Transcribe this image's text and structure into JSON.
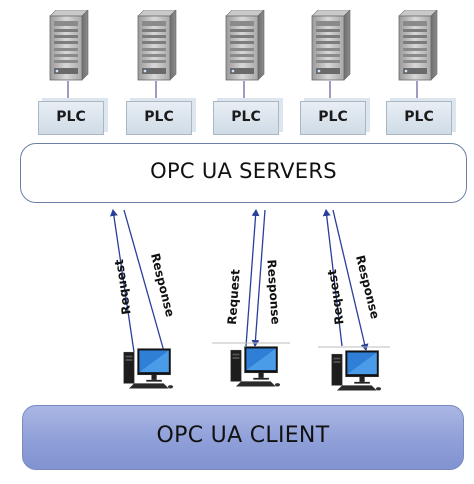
{
  "plc_label": "PLC",
  "servers_label": "OPC UA SERVERS",
  "client_label": "OPC UA CLIENT",
  "request_label": "Request",
  "response_label": "Response"
}
